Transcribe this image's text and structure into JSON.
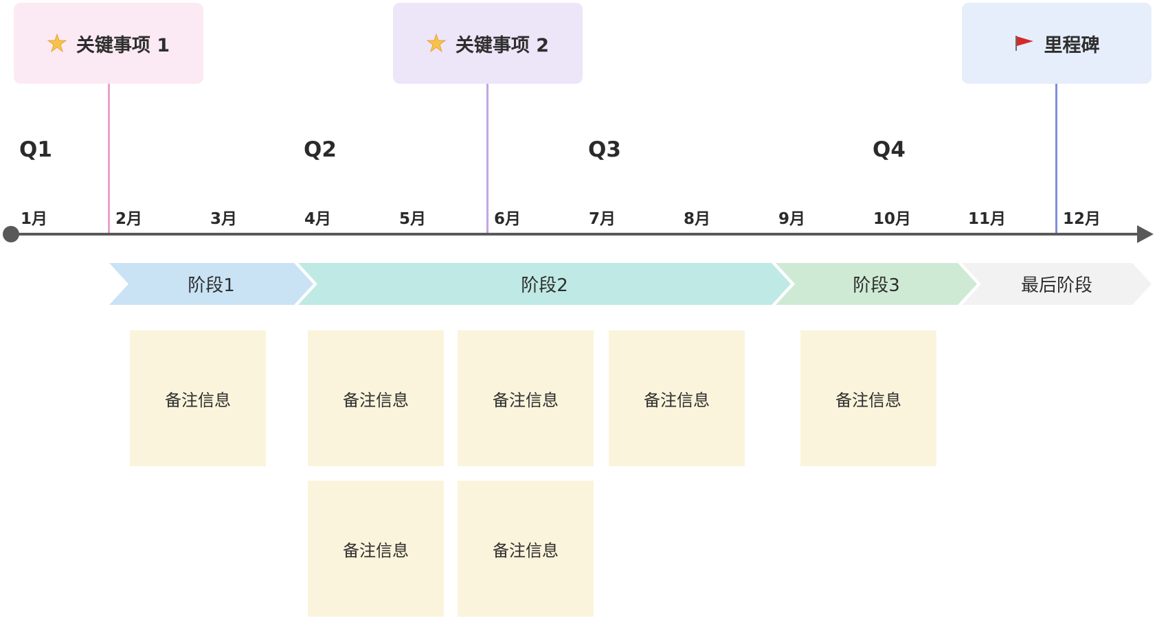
{
  "milestones": [
    {
      "label": "关键事项 1",
      "icon": "sparkle-star-icon",
      "bg": "#fbeaf3",
      "line": "#e9a2cc"
    },
    {
      "label": "关键事项 2",
      "icon": "sparkle-star-icon",
      "bg": "#ede5f8",
      "line": "#bfa5e4"
    },
    {
      "label": "里程碑",
      "icon": "red-flag-icon",
      "bg": "#e6edfb",
      "line": "#7f8cdc"
    }
  ],
  "quarters": [
    "Q1",
    "Q2",
    "Q3",
    "Q4"
  ],
  "months": [
    "1月",
    "2月",
    "3月",
    "4月",
    "5月",
    "6月",
    "7月",
    "8月",
    "9月",
    "10月",
    "11月",
    "12月"
  ],
  "phases": [
    {
      "label": "阶段1",
      "color": "#c9e3f5"
    },
    {
      "label": "阶段2",
      "color": "#bfe9e4"
    },
    {
      "label": "阶段3",
      "color": "#cfead4"
    },
    {
      "label": "最后阶段",
      "color": "#f2f2f2"
    }
  ],
  "notes": [
    "备注信息",
    "备注信息",
    "备注信息",
    "备注信息",
    "备注信息",
    "备注信息",
    "备注信息"
  ],
  "colors": {
    "axis": "#595959",
    "note_bg": "#fbf4dc",
    "star": "#f6c34a",
    "flag": "#d42a2a"
  }
}
